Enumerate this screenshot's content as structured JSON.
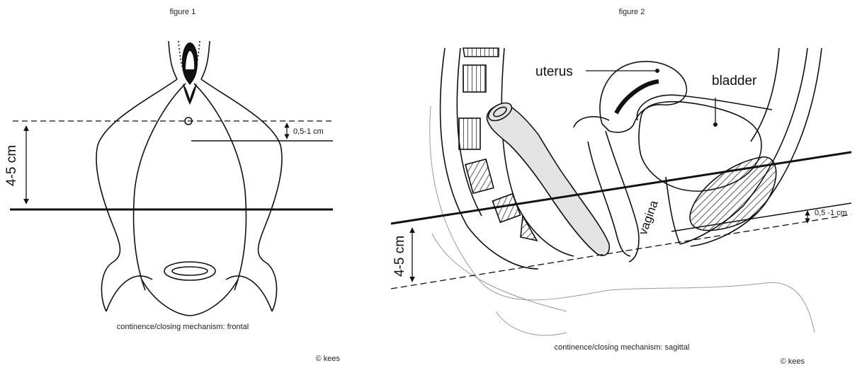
{
  "figure1": {
    "title": "figure 1",
    "dim_large": "4-5 cm",
    "dim_small": "0,5-1 cm",
    "caption": "continence/closing mechanism: frontal",
    "copyright": "© kees"
  },
  "figure2": {
    "title": "figure 2",
    "label_uterus": "uterus",
    "label_bladder": "bladder",
    "label_vagina": "vagina",
    "dim_large": "4-5 cm",
    "dim_small": "0,5 -1 cm",
    "caption": "continence/closing mechanism: sagittal",
    "copyright": "© kees"
  },
  "colors": {
    "ink": "#111111",
    "rectum_fill": "#e3e3e3",
    "thin_line": "#9a9a9a"
  }
}
